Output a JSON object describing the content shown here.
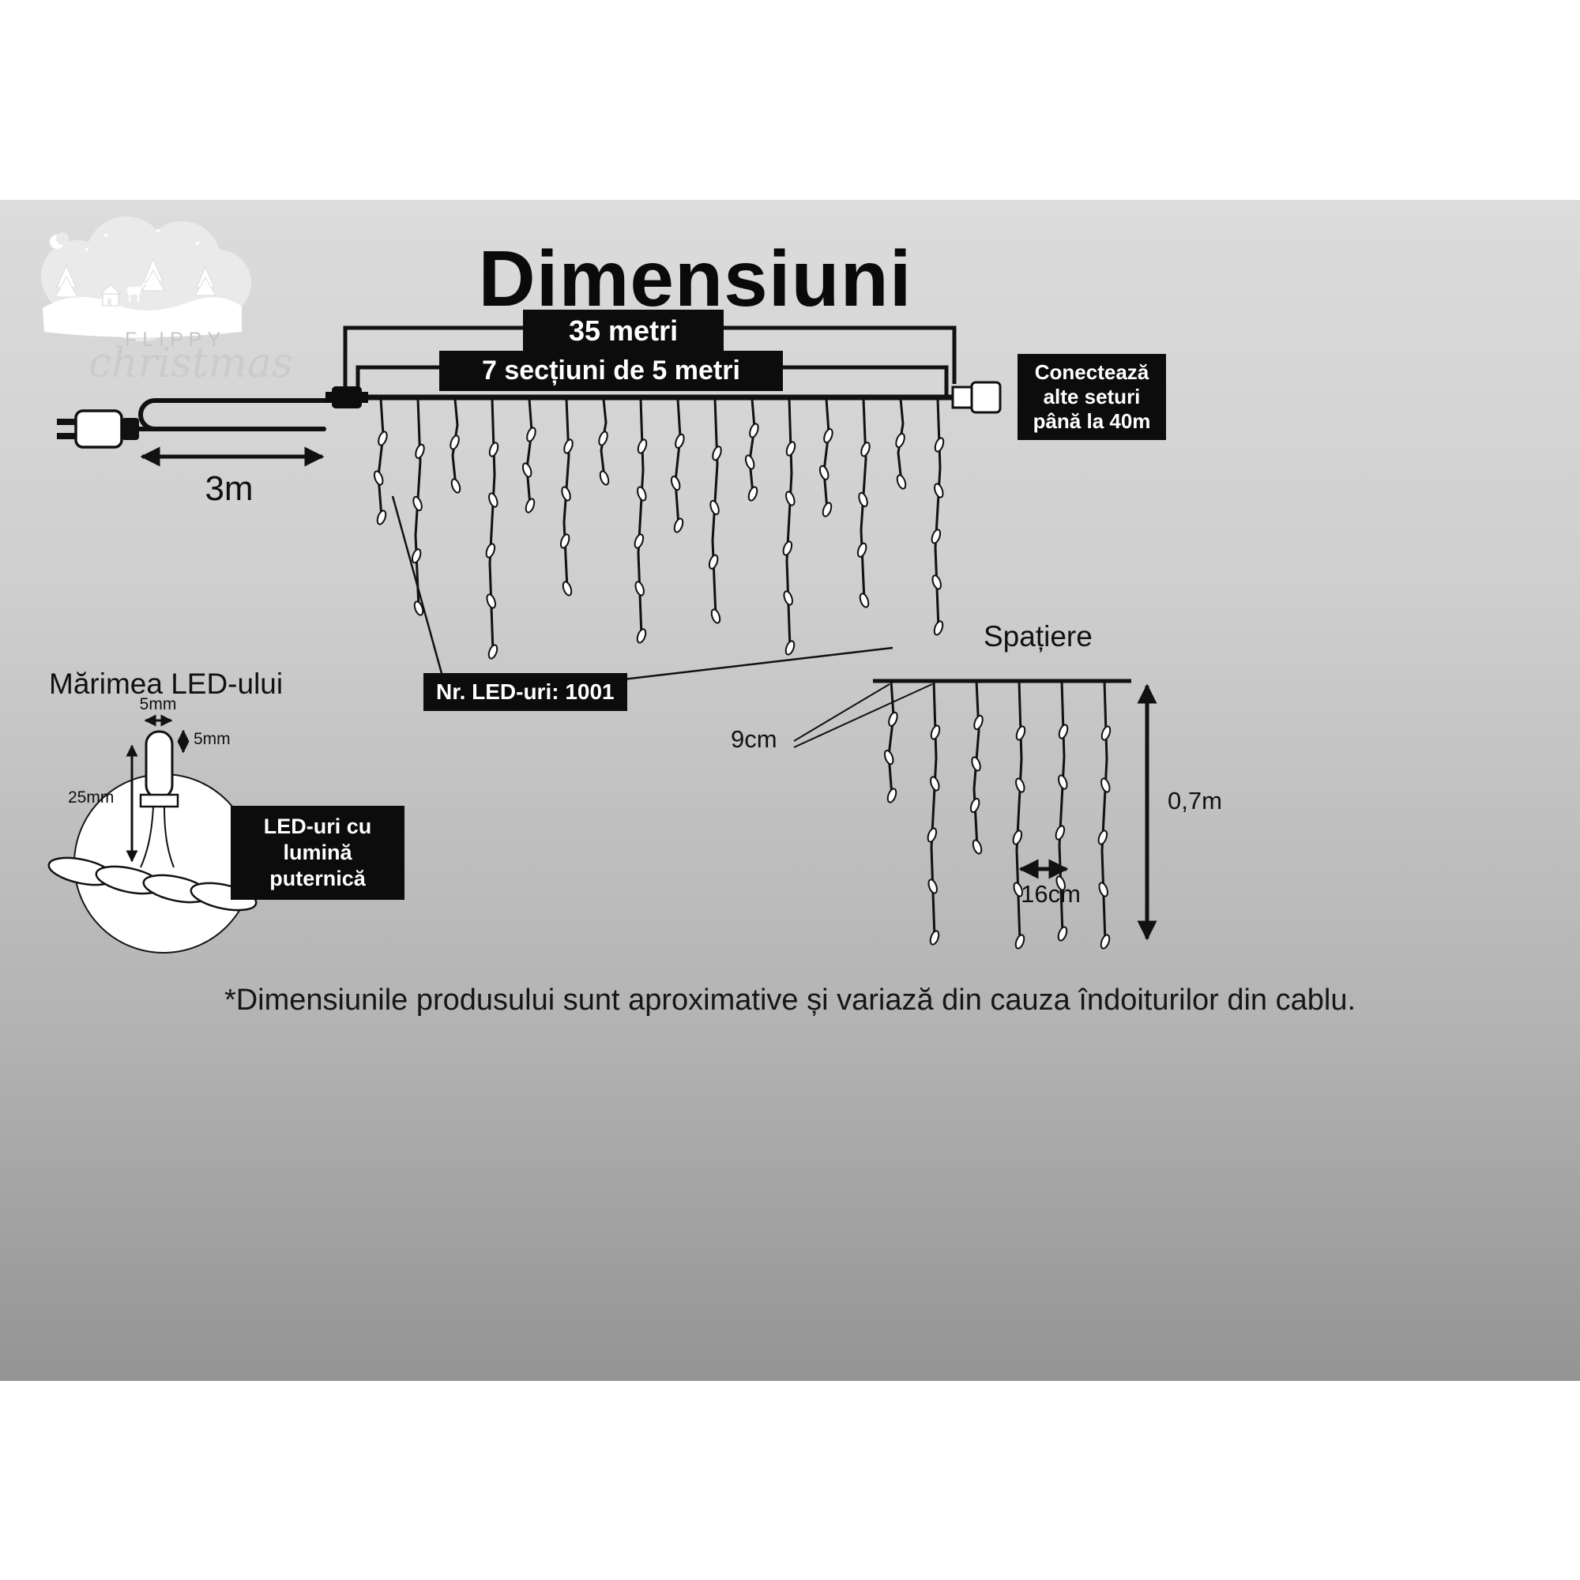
{
  "page": {
    "title": "Dimensiuni",
    "footer": "*Dimensiunile produsului sunt aproximative și variază din cauza îndoiturilor din cablu."
  },
  "logo": {
    "brand": "FLIPPY",
    "script": "christmas"
  },
  "main_diagram": {
    "total_length_label": "35 metri",
    "sections_label": "7 secțiuni de 5 metri",
    "lead_length_label": "3m",
    "connector_note": "Conectează alte seturi până la 40m",
    "led_count_label": "Nr. LED-uri: 1001"
  },
  "led_detail": {
    "heading": "Mărimea LED-ului",
    "bulb_width_label": "5mm",
    "bulb_height_label": "5mm",
    "bulb_body_label": "25mm",
    "note": "LED-uri cu lumină puternică"
  },
  "spacing_diagram": {
    "heading": "Spațiere",
    "drop_spacing_label": "9cm",
    "led_spacing_label": "16cm",
    "drop_length_label": "0,7m"
  }
}
